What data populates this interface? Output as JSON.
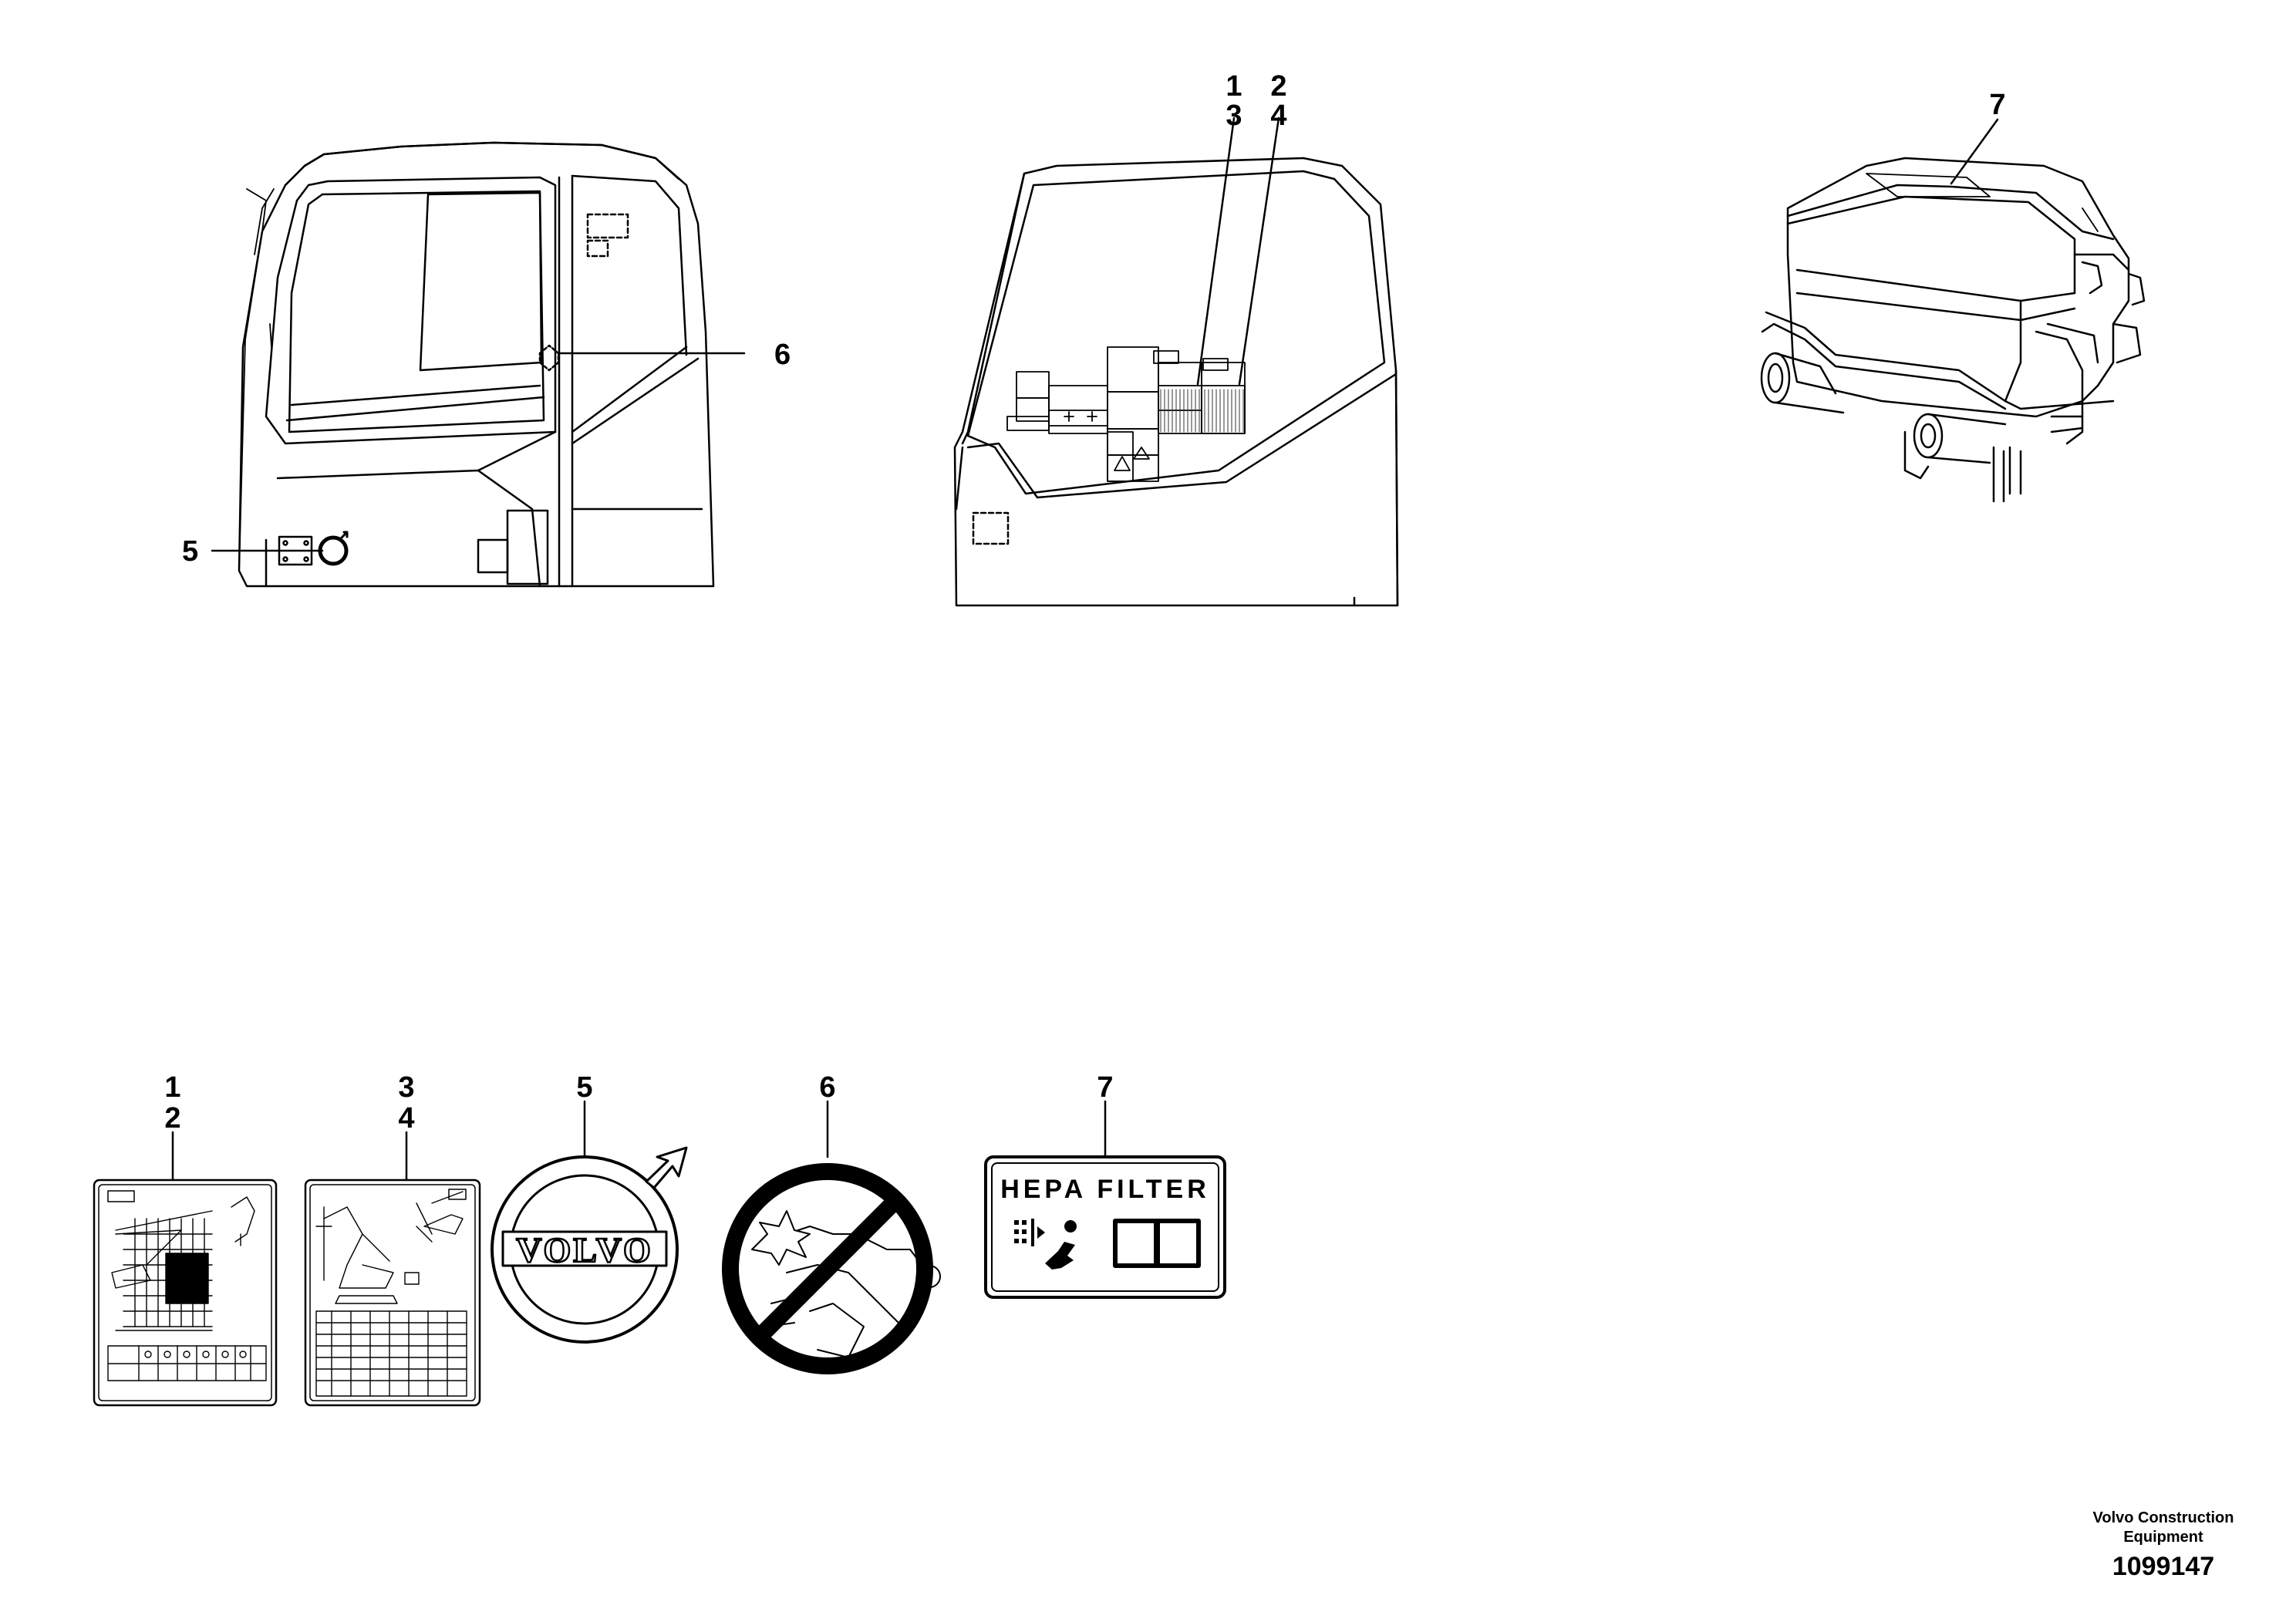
{
  "figure": {
    "cab_left_view": {
      "callouts": [
        "6",
        "5"
      ]
    },
    "cab_rear_view": {
      "callouts": [
        "1",
        "3",
        "2",
        "4"
      ]
    },
    "hvac_unit_view": {
      "callouts": [
        "7"
      ]
    }
  },
  "decals": [
    {
      "id": "decal-1-2",
      "numbers": [
        "1",
        "2"
      ]
    },
    {
      "id": "decal-3-4",
      "numbers": [
        "3",
        "4"
      ]
    },
    {
      "id": "decal-5",
      "numbers": [
        "5"
      ],
      "wordmark": "VOLVO"
    },
    {
      "id": "decal-6",
      "numbers": [
        "6"
      ]
    },
    {
      "id": "decal-7",
      "numbers": [
        "7"
      ],
      "title": "HEPA FILTER",
      "icons": [
        "air-flow-person-icon",
        "open-book-icon"
      ]
    }
  ],
  "footer": {
    "brand_line1": "Volvo Construction",
    "brand_line2": "Equipment",
    "doc_number": "1099147"
  },
  "colors": {
    "line": "#000000",
    "background": "#ffffff"
  }
}
